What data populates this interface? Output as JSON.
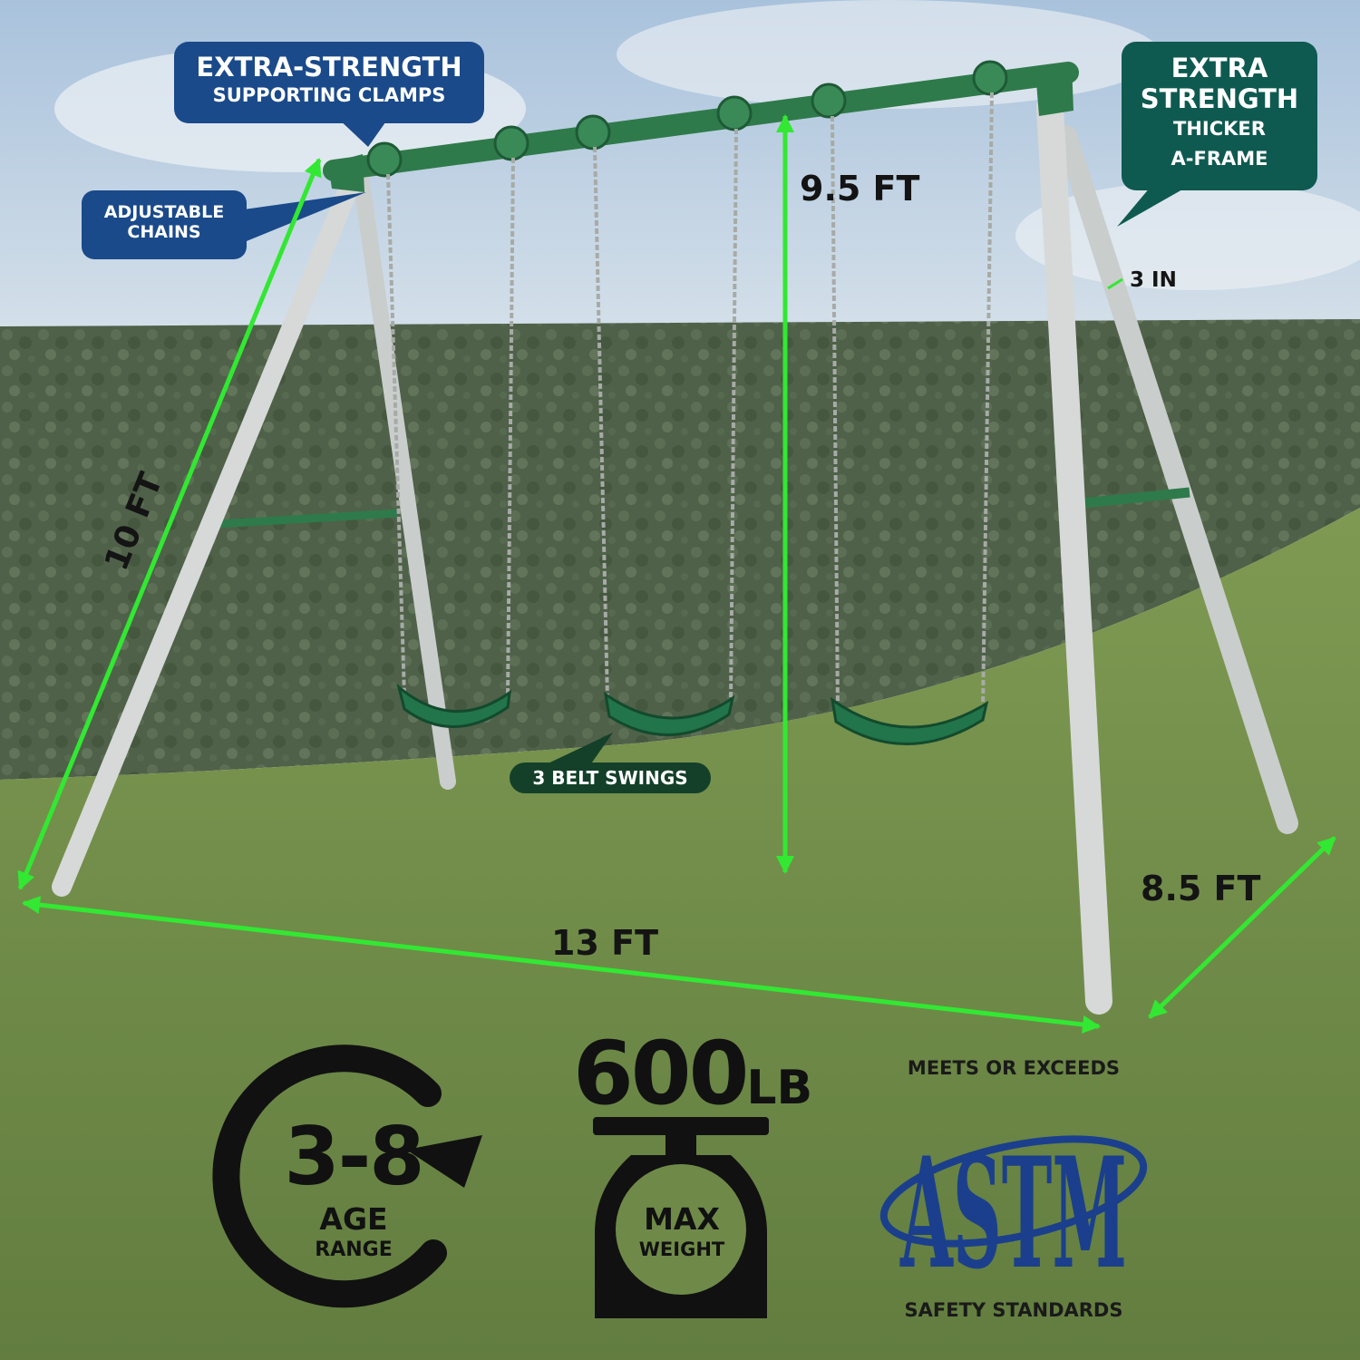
{
  "callouts": {
    "clamps_line1": "EXTRA-STRENGTH",
    "clamps_line2": "SUPPORTING CLAMPS",
    "chains_line1": "ADJUSTABLE",
    "chains_line2": "CHAINS",
    "aframe_line1": "EXTRA",
    "aframe_line2": "STRENGTH",
    "aframe_line3": "THICKER",
    "aframe_line4": "A-FRAME",
    "belts": "3 BELT SWINGS"
  },
  "dimensions": {
    "height": "9.5 FT",
    "leg_length": "10 FT",
    "width": "13 FT",
    "depth": "8.5 FT",
    "tube": "3 IN"
  },
  "badges": {
    "age_range": "3-8",
    "age_label": "AGE",
    "age_sub": "RANGE",
    "weight_value": "600",
    "weight_unit": "LB",
    "weight_label": "MAX",
    "weight_sub": "WEIGHT",
    "astm_top": "MEETS OR EXCEEDS",
    "astm_logo_text": "ASTM",
    "astm_bottom": "SAFETY STANDARDS"
  },
  "colors": {
    "sky": "#b9cde0",
    "hedge": "#4e6048",
    "grass": "#6f8a48",
    "frame_green": "#2f7a4a",
    "leg_gray": "#d3d6d5",
    "arrow_green": "#32e832",
    "callout_blue": "#1a4a8a",
    "callout_teal": "#0f5a50",
    "astm_blue": "#1b3f8c"
  },
  "icons": [
    "circular-arrow-icon",
    "scale-icon",
    "astm-logo"
  ]
}
